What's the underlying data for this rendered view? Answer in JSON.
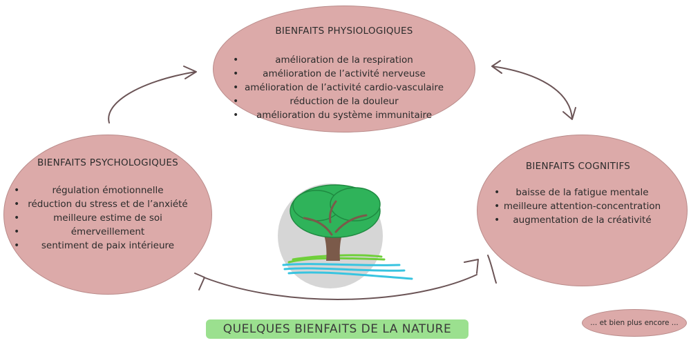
{
  "physiological": {
    "title": "BIENFAITS PHYSIOLOGIQUES",
    "items": [
      "amélioration de la respiration",
      "amélioration de l’activité nerveuse",
      "amélioration de l’activité cardio-vasculaire",
      "réduction de la douleur",
      "amélioration du système immunitaire"
    ]
  },
  "psychological": {
    "title": "BIENFAITS PSYCHOLOGIQUES",
    "items": [
      "régulation émotionnelle",
      "réduction du stress et de l’anxiété",
      "meilleure estime de soi",
      "émerveillement",
      "sentiment de paix intérieure"
    ]
  },
  "cognitive": {
    "title": "BIENFAITS COGNITIFS",
    "items": [
      "baisse de la fatigue mentale",
      "meilleure attention-concentration",
      "augmentation de la créativité"
    ]
  },
  "more_label": "... et bien plus encore ...",
  "footer_title": "QUELQUES BIENFAITS DE LA NATURE",
  "colors": {
    "oval_fill": "#dcaaa9",
    "tree_circle": "#d6d6d6",
    "canopy": "#2fb35a",
    "trunk": "#7b5a4a",
    "grass": "#6fcf3a",
    "water": "#38c4e0",
    "arrows": "#6b5456",
    "footer_highlight": "#9be08f"
  },
  "icons": [
    "tree-illustration",
    "cycle-arrows"
  ]
}
